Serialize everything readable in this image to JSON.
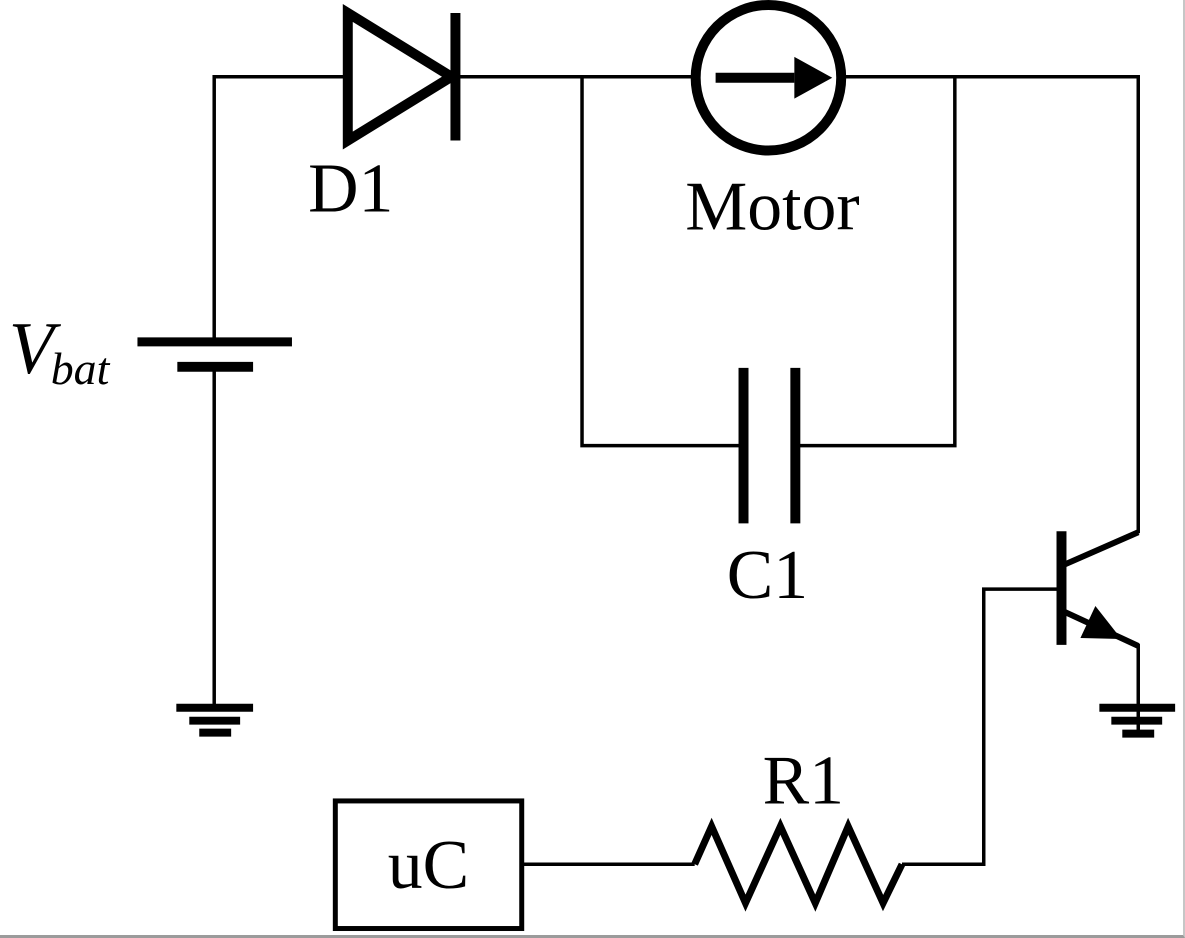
{
  "page": {
    "background_color": "#ffffff",
    "border_bottom_color": "#9b9b9b",
    "border_right_color": "#c6c6c6"
  },
  "schematic": {
    "kind": "circuit-diagram",
    "stroke_color": "#000000",
    "components": {
      "battery": {
        "symbol": "battery-cell",
        "label": "V",
        "label_subscript": "bat"
      },
      "diode": {
        "symbol": "diode",
        "label": "D1"
      },
      "motor": {
        "symbol": "circle-with-right-arrow",
        "label": "Motor"
      },
      "capacitor": {
        "symbol": "capacitor",
        "label": "C1"
      },
      "resistor": {
        "symbol": "zigzag-resistor",
        "label": "R1"
      },
      "microcontroller": {
        "symbol": "box",
        "label": "uC"
      },
      "transistor": {
        "symbol": "npn-bjt"
      },
      "grounds": {
        "symbol": "earth-ground",
        "count": 2
      }
    }
  }
}
